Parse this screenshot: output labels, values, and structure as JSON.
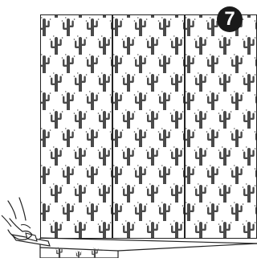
{
  "step": {
    "number": "7",
    "badge_color": "#1a1a1a",
    "text_color": "#ffffff"
  },
  "illustration": {
    "subject": "wallpaper-installation",
    "panel_count": 3,
    "pattern": "cactus-icon",
    "pattern_color": "#4a4a4a",
    "outline_color": "#222222",
    "tool": "utility-knife-icon"
  }
}
